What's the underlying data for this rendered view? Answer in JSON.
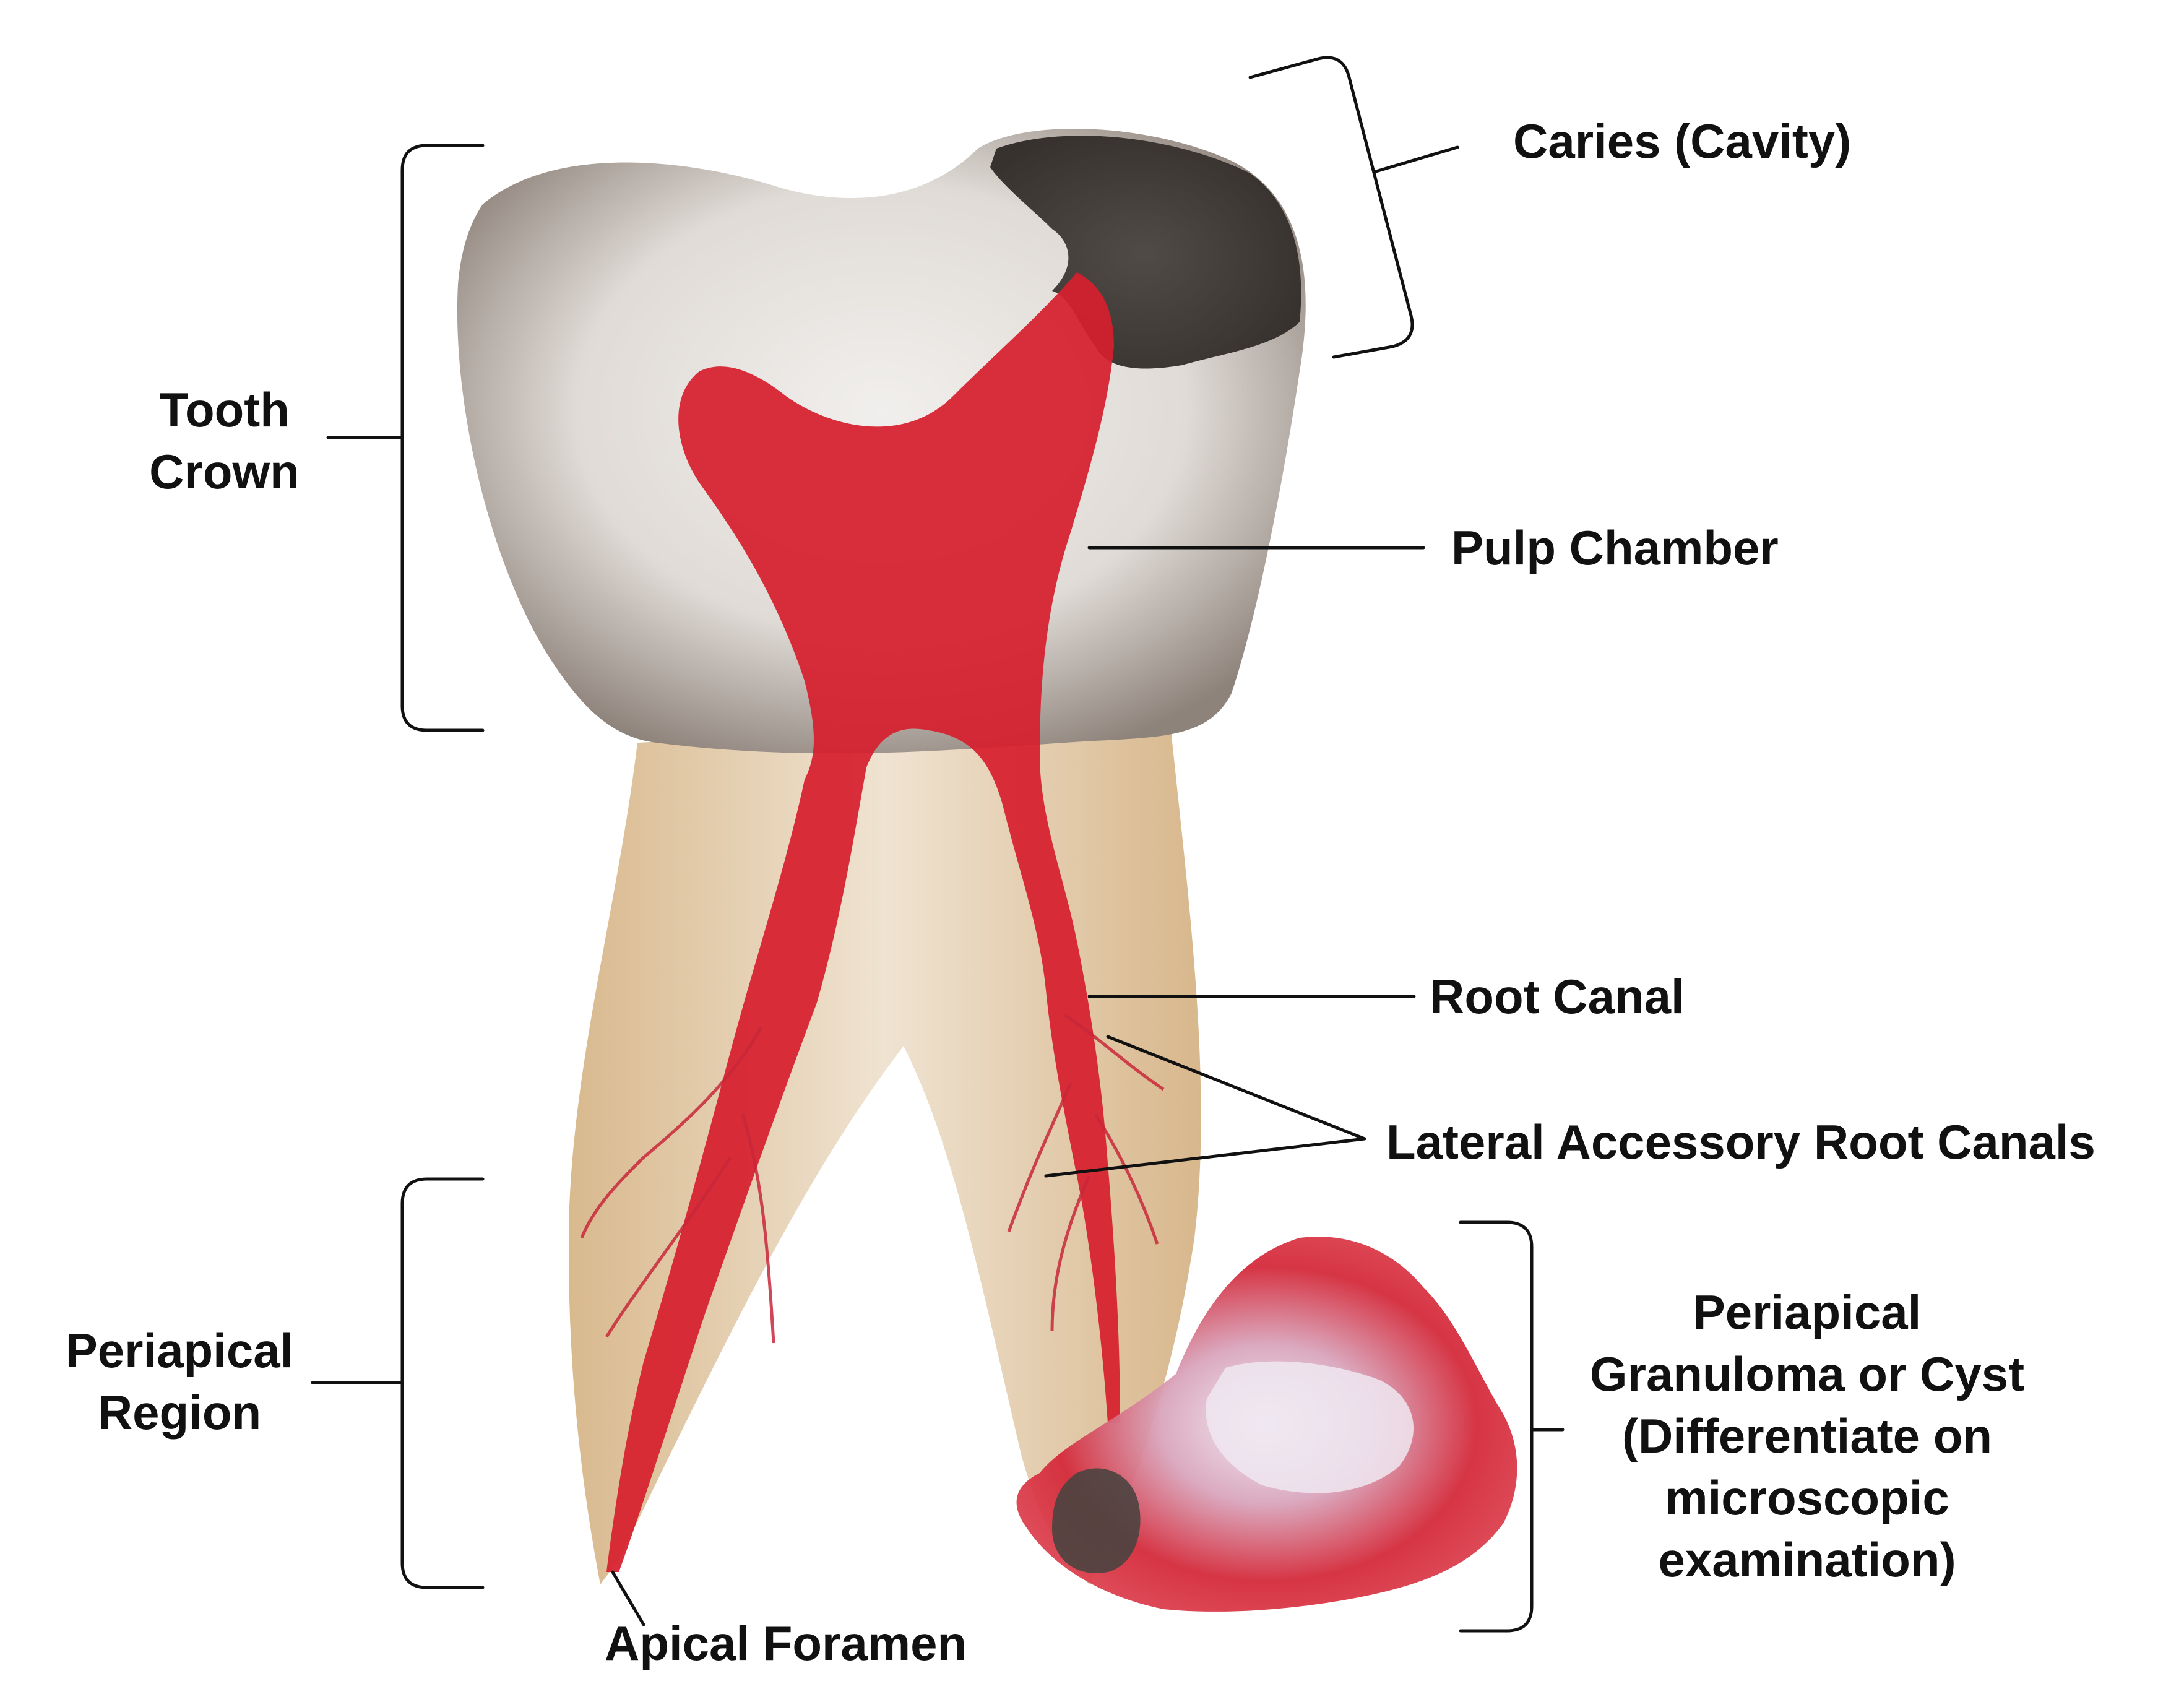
{
  "labels": {
    "tooth_crown": [
      "Tooth",
      "Crown"
    ],
    "caries": "Caries (Cavity)",
    "pulp_chamber": "Pulp Chamber",
    "root_canal": "Root Canal",
    "lateral_canals": "Lateral Accessory Root Canals",
    "periapical_region": [
      "Periapical",
      "Region"
    ],
    "apical_foramen": "Apical Foramen",
    "granuloma": [
      "Periapical",
      "Granuloma or Cyst",
      "(Differentiate on",
      "microscopic",
      "examination)"
    ]
  },
  "colors": {
    "crown": "#dcd7d2",
    "crown_shadow": "#8a7f78",
    "root": "#e6d3b6",
    "pulp": "#d81f2e",
    "caries": "#3e3935",
    "lesion": "#d92d3d",
    "lesion_light": "#ece6f2",
    "line": "#111111"
  }
}
